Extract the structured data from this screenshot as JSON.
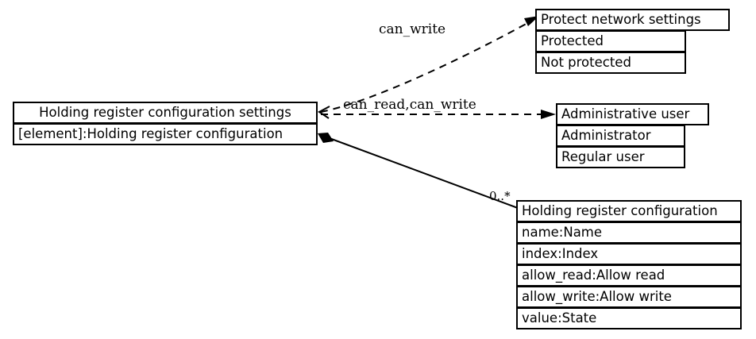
{
  "diagram": {
    "type": "uml-class-diagram",
    "background": "#ffffff",
    "line_color": "#000000",
    "classes": [
      {
        "id": "holding-register-configuration-settings",
        "title": "Holding register configuration settings",
        "attributes": [
          "[element]:Holding register configuration"
        ]
      },
      {
        "id": "protect-network-settings",
        "title": "Protect network settings",
        "attributes": [
          "Protected",
          "Not protected"
        ]
      },
      {
        "id": "administrative-user",
        "title": "Administrative user",
        "attributes": [
          "Administrator",
          "Regular user"
        ]
      },
      {
        "id": "holding-register-configuration",
        "title": "Holding register configuration",
        "attributes": [
          "name:Name",
          "index:Index",
          "allow_read:Allow read",
          "allow_write:Allow write",
          "value:State"
        ]
      }
    ],
    "edges": [
      {
        "id": "edge-can-write",
        "style": "dashed",
        "arrow": "open",
        "label": "can_write",
        "from": "holding-register-configuration-settings",
        "to": "protect-network-settings"
      },
      {
        "id": "edge-can-read-can-write",
        "style": "dashed",
        "arrow": "open",
        "label": "can_read,can_write",
        "from": "holding-register-configuration-settings",
        "to": "administrative-user"
      },
      {
        "id": "edge-composition",
        "style": "solid",
        "arrow": "filled-diamond",
        "label": "0..*",
        "from": "holding-register-configuration-settings",
        "to": "holding-register-configuration"
      }
    ]
  }
}
